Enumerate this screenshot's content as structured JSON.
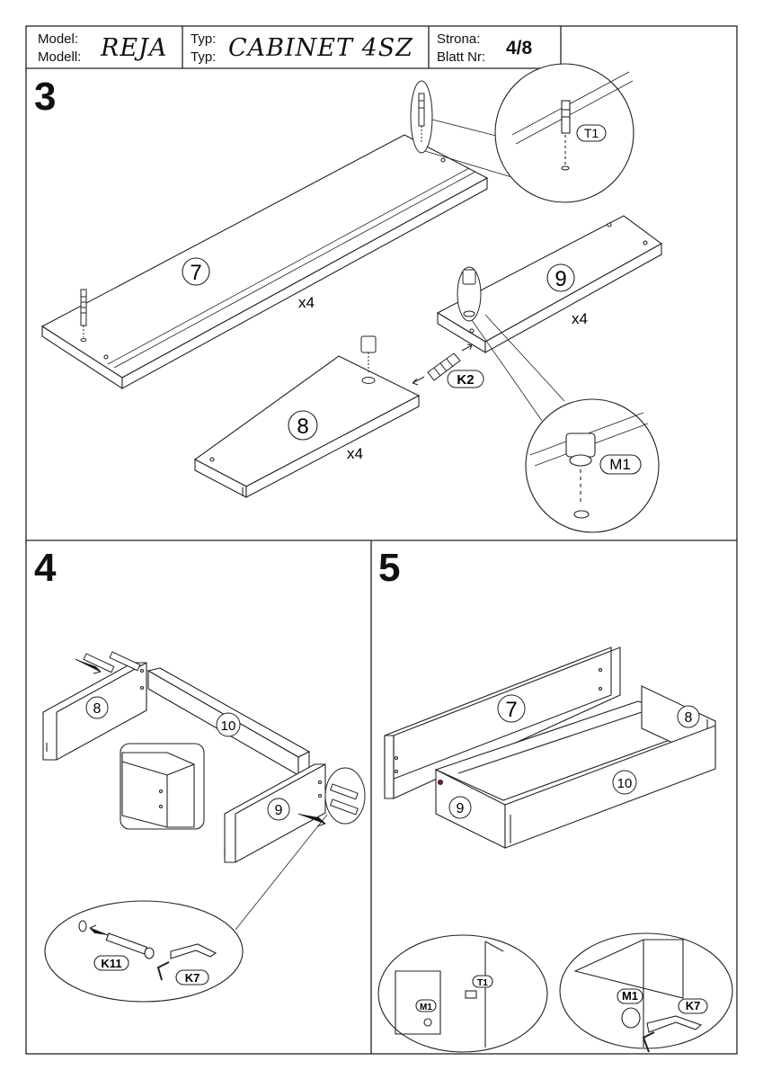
{
  "header": {
    "model_label_pl": "Model:",
    "model_label_de": "Modell:",
    "model_value": "REJA",
    "type_label_pl": "Typ:",
    "type_label_de": "Typ:",
    "type_value": "CABINET 4SZ",
    "page_label_pl": "Strona:",
    "page_label_de": "Blatt Nr:",
    "page_value": "4/8"
  },
  "steps": [
    {
      "number": "3",
      "parts": {
        "p7": "7",
        "p8": "8",
        "p9": "9"
      },
      "quantities": {
        "q7": "x4",
        "q8": "x4",
        "q9": "x4"
      },
      "hardware": {
        "k2": "K2",
        "t1": "T1",
        "m1": "M1"
      }
    },
    {
      "number": "4",
      "parts": {
        "p8": "8",
        "p10": "10",
        "p9": "9"
      },
      "hardware": {
        "k11": "K11",
        "k7": "K7"
      }
    },
    {
      "number": "5",
      "parts": {
        "p7": "7",
        "p8": "8",
        "p10": "10",
        "p9": "9"
      },
      "hardware": {
        "m1a": "M1",
        "t1": "T1",
        "m1b": "M1",
        "k7": "K7"
      }
    }
  ]
}
